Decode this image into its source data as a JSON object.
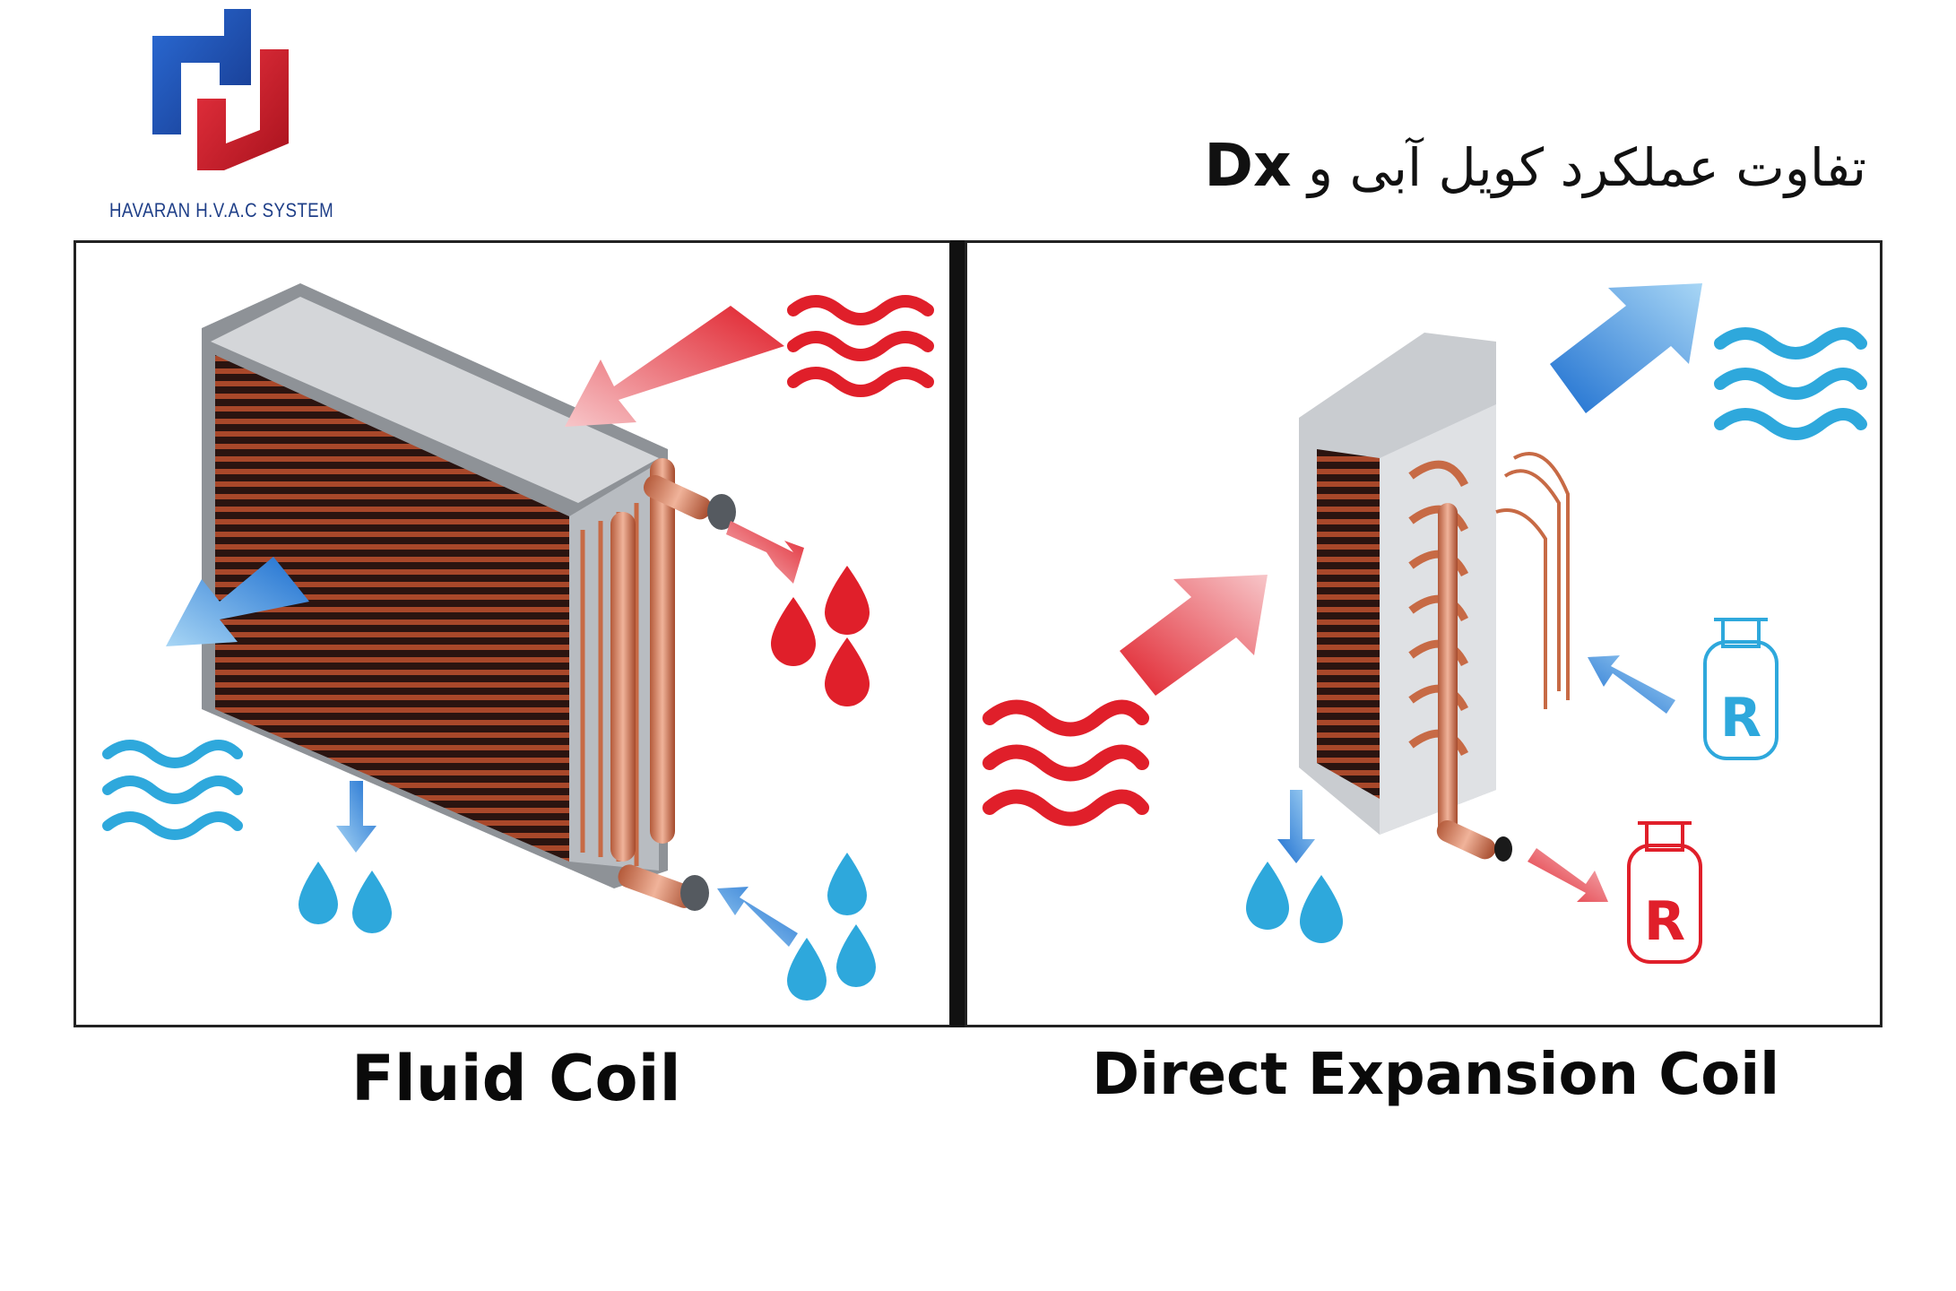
{
  "logo": {
    "caption": "HAVARAN H.V.A.C SYSTEM",
    "colors": {
      "blue": "#1f4fb5",
      "red": "#d11f2a"
    }
  },
  "title": {
    "text_fa": "تفاوت عملکرد کویل آبی و",
    "text_en": "Dx"
  },
  "panels": [
    {
      "id": "fluid",
      "caption": "Fluid Coil",
      "icons": [
        "coil-unit-icon",
        "hot-air-wave-icon",
        "cold-air-wave-icon",
        "hot-water-drop-icon",
        "cold-water-drop-icon",
        "arrow-icon"
      ]
    },
    {
      "id": "dx",
      "caption": "Direct Expansion Coil",
      "refrigerant_label": "R",
      "icons": [
        "coil-unit-icon",
        "hot-air-wave-icon",
        "cold-air-wave-icon",
        "refrigerant-cylinder-icon",
        "water-drop-icon",
        "arrow-icon"
      ]
    }
  ],
  "colors": {
    "hot": "#e01f2a",
    "cold": "#2ea8dc",
    "copper": "#b5532c",
    "frame": "#9a9ea4",
    "border": "#222222"
  }
}
